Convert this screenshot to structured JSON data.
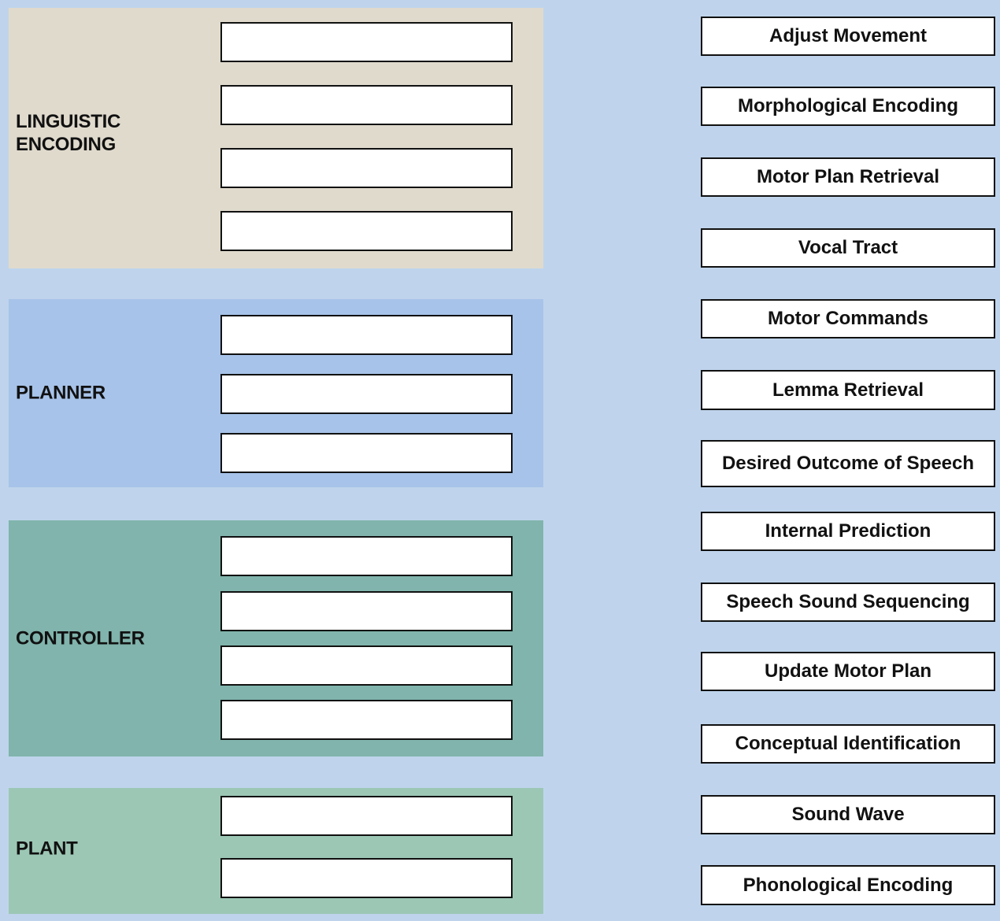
{
  "background_color": "#bfd4ec",
  "line_color": "#1a1a1a",
  "categories": [
    {
      "label": "LINGUISTIC ENCODING",
      "label_lines": [
        "LINGUISTIC",
        "ENCODING"
      ],
      "color": "#e0dacd",
      "slot_count": 4
    },
    {
      "label": "PLANNER",
      "label_lines": [
        "PLANNER"
      ],
      "color": "#a7c3e9",
      "slot_count": 3
    },
    {
      "label": "CONTROLLER",
      "label_lines": [
        "CONTROLLER"
      ],
      "color": "#80b4ac",
      "slot_count": 4
    },
    {
      "label": "PLANT",
      "label_lines": [
        "PLANT"
      ],
      "color": "#9cc7b5",
      "slot_count": 2
    }
  ],
  "options": [
    "Adjust Movement",
    "Morphological Encoding",
    "Motor Plan Retrieval",
    "Vocal Tract",
    "Motor Commands",
    "Lemma Retrieval",
    "Desired Outcome of Speech",
    "Internal Prediction",
    "Speech Sound Sequencing",
    "Update Motor Plan",
    "Conceptual Identification",
    "Sound Wave",
    "Phonological Encoding"
  ]
}
